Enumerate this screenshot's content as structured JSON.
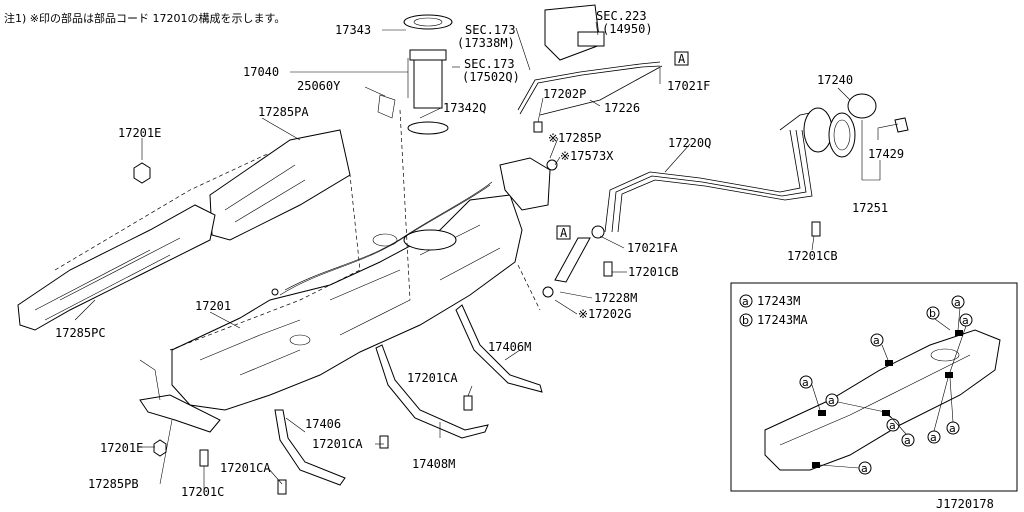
{
  "note": "注1) ※印の部品は部品コード 17201の構成を示します。",
  "labels": {
    "p17343": "17343",
    "p17040": "17040",
    "p25060Y": "25060Y",
    "p17285PA": "17285PA",
    "p17201E_top": "17201E",
    "p17285PC": "17285PC",
    "p17201": "17201",
    "p17201E_bot": "17201E",
    "p17285PB": "17285PB",
    "p17201C": "17201C",
    "p17201CA_a": "17201CA",
    "p17406": "17406",
    "p17201CA_b": "17201CA",
    "p17201CA_c": "17201CA",
    "p17406M": "17406M",
    "p17408M": "17408M",
    "sec173_a": "SEC.173",
    "sec173_a2": "(17338M)",
    "sec173_b": "SEC.173",
    "sec173_b2": "(17502Q)",
    "sec223": "SEC.223",
    "sec223_2": "(14950)",
    "p17342Q": "17342Q",
    "p17202P": "17202P",
    "p17226": "17226",
    "p17021F": "17021F",
    "p17285P": "※17285P",
    "p17573X": "※17573X",
    "p17220Q": "17220Q",
    "p17021FA": "17021FA",
    "p17201CB_a": "17201CB",
    "p17228M": "17228M",
    "p17202G": "※17202G",
    "p17240": "17240",
    "p17429": "17429",
    "p17251": "17251",
    "p17201CB_b": "17201CB",
    "boxA1": "A",
    "boxA2": "A"
  },
  "legend": {
    "a_key": "a",
    "a_val": "17243M",
    "b_key": "b",
    "b_val": "17243MA"
  },
  "inset_markers": [
    "a",
    "a",
    "b",
    "a",
    "a",
    "a",
    "a",
    "a",
    "a",
    "a",
    "a"
  ],
  "diagram_id": "J1720178"
}
